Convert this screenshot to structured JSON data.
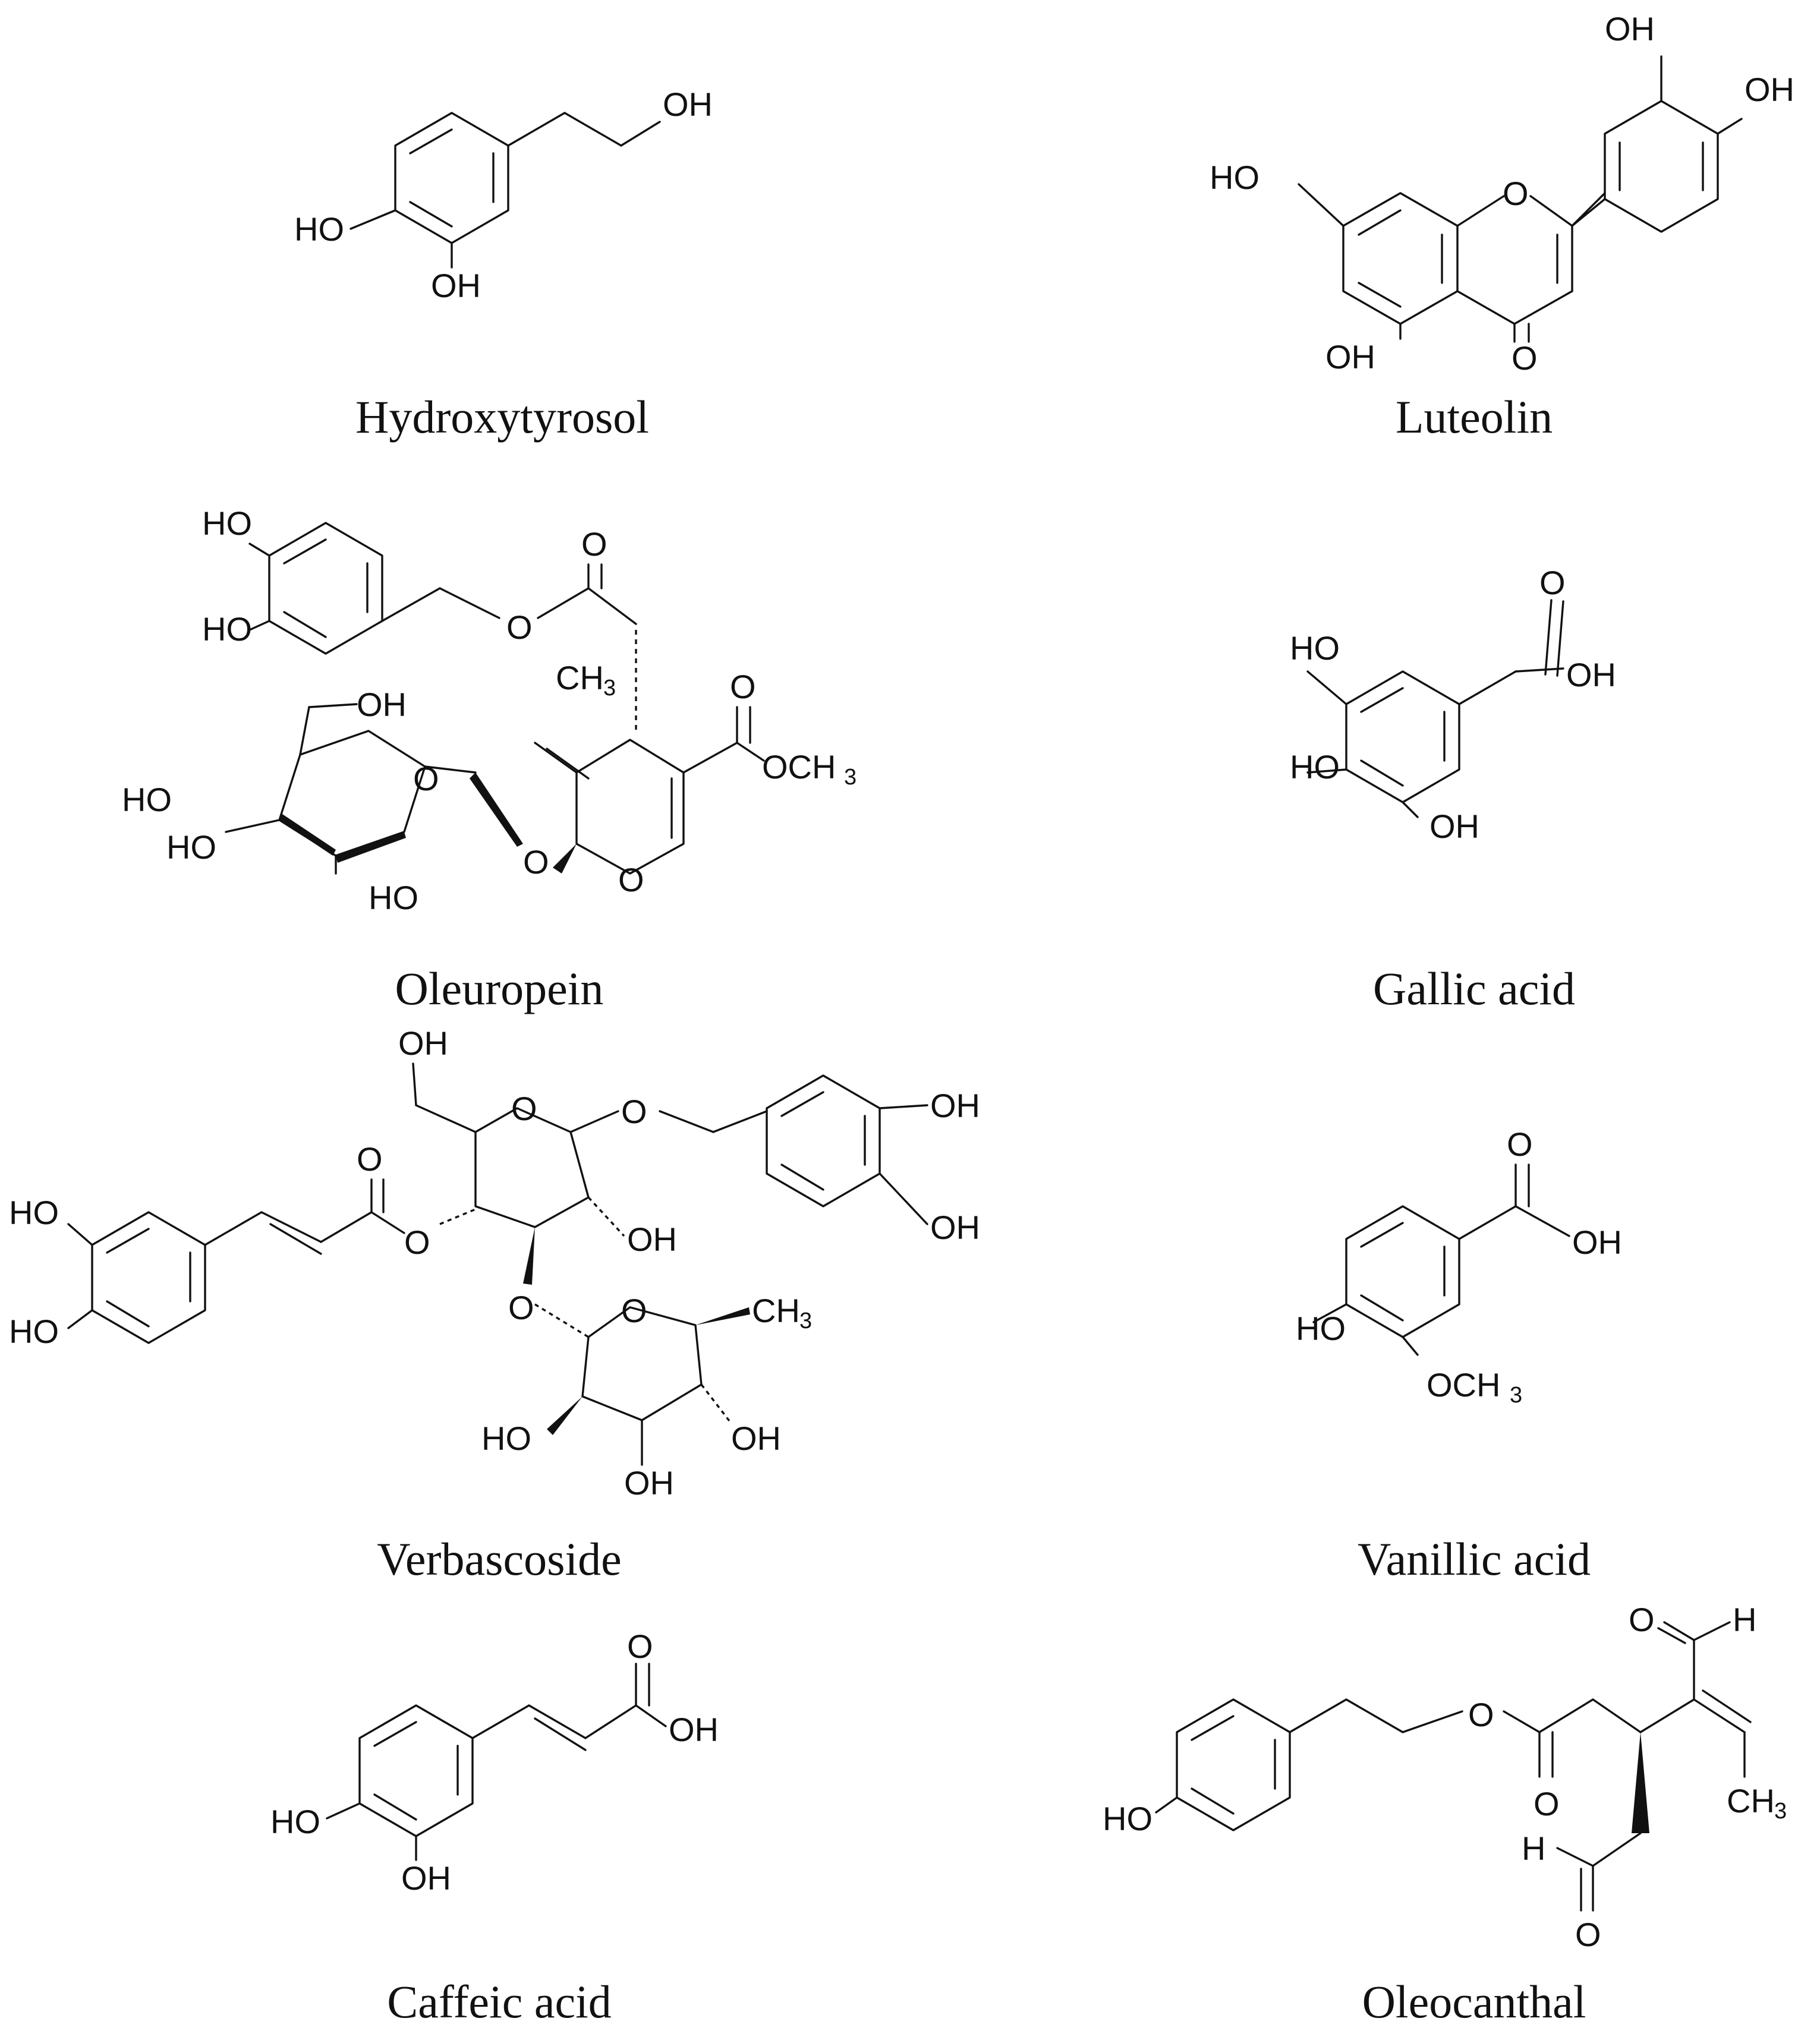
{
  "compounds": [
    {
      "name": "Hydroxytyrosol"
    },
    {
      "name": "Luteolin"
    },
    {
      "name": "Oleuropein"
    },
    {
      "name": "Gallic acid"
    },
    {
      "name": "Verbascoside"
    },
    {
      "name": "Vanillic acid"
    },
    {
      "name": "Caffeic acid"
    },
    {
      "name": "Oleocanthal"
    }
  ],
  "atoms": {
    "OH": "OH",
    "HO": "HO",
    "O": "O",
    "H": "H",
    "CH": "CH",
    "OCH": "OCH",
    "sub3": "3"
  }
}
